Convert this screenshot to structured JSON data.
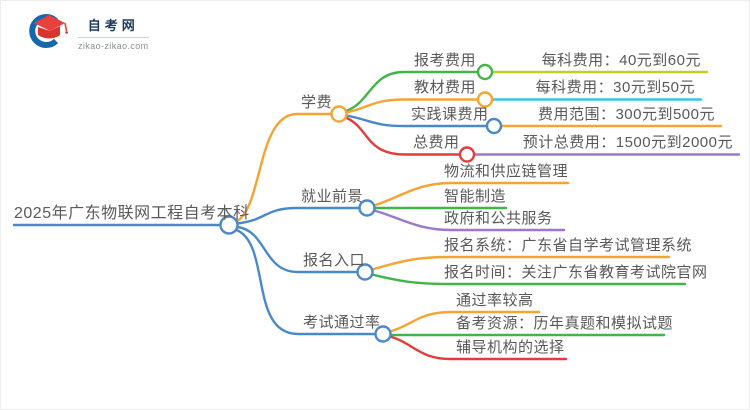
{
  "logo": {
    "title": "自考网",
    "domain": "zikao-zikao.com"
  },
  "root": {
    "label": "2025年广东物联网工程自考本科"
  },
  "branches": [
    {
      "label": "学费",
      "children": [
        {
          "label": "报考费用",
          "detail": "每科费用：40元到60元"
        },
        {
          "label": "教材费用",
          "detail": "每科费用：30元到50元"
        },
        {
          "label": "实践课费用",
          "detail": "费用范围：300元到500元"
        },
        {
          "label": "总费用",
          "detail": "预计总费用：1500元到2000元"
        }
      ]
    },
    {
      "label": "就业前景",
      "children": [
        {
          "label": "物流和供应链管理"
        },
        {
          "label": "智能制造"
        },
        {
          "label": "政府和公共服务"
        }
      ]
    },
    {
      "label": "报名入口",
      "children": [
        {
          "label": "报名系统：广东省自学考试管理系统"
        },
        {
          "label": "报名时间：关注广东省教育考试院官网"
        }
      ]
    },
    {
      "label": "考试通过率",
      "children": [
        {
          "label": "通过率较高"
        },
        {
          "label": "备考资源：历年真题和模拟试题"
        },
        {
          "label": "辅导机构的选择"
        }
      ]
    }
  ],
  "colors": {
    "blue": "#4a89c8",
    "orange": "#f5a434",
    "green": "#42b549",
    "red": "#e23c3c",
    "yellow_green": "#c2ce22",
    "cyan": "#32c6e9",
    "purple": "#9b77ce",
    "text": "#595959",
    "logo_navy": "#1c3a5a",
    "logo_blue": "#1568ad",
    "logo_red": "#e8413b"
  }
}
